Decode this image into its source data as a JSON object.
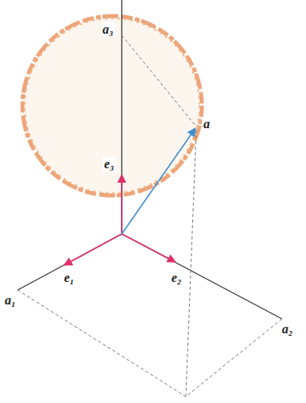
{
  "diagram": {
    "labels": [
      "a₃",
      "a",
      "e₃",
      "e₁",
      "e₂",
      "a₁",
      "a₂"
    ]
  }
}
